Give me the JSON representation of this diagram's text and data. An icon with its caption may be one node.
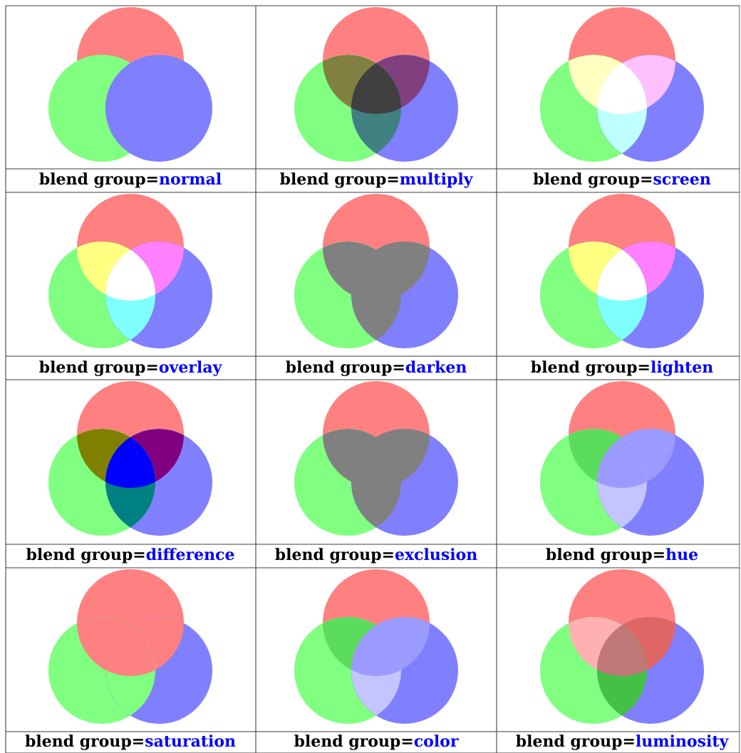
{
  "diagram": {
    "labels": [
      "blend group=",
      "normal",
      "blend group=",
      "multiply",
      "blend group=",
      "screen",
      "blend group=",
      "overlay",
      "blend group=",
      "darken",
      "blend group=",
      "lighten",
      "blend group=",
      "difference",
      "blend group=",
      "exclusion",
      "blend group=",
      "hue",
      "blend group=",
      "saturation",
      "blend group=",
      "color",
      "blend group=",
      "luminosity"
    ]
  }
}
